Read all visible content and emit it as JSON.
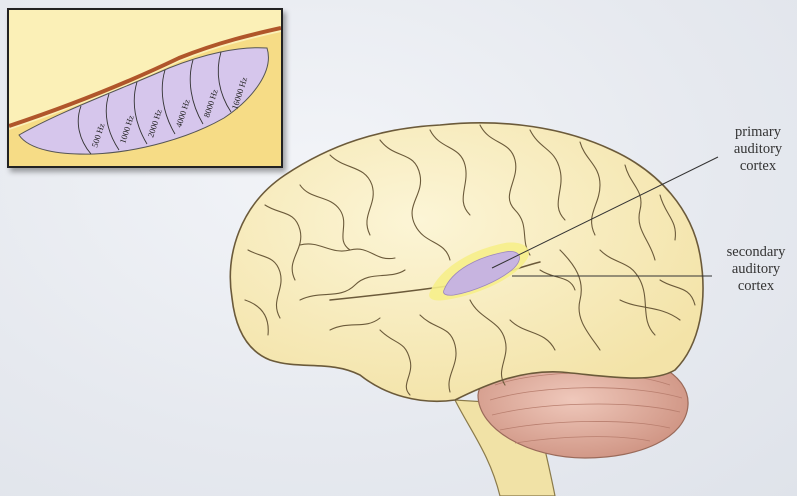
{
  "labels": {
    "primary": [
      "primary",
      "auditory",
      "cortex"
    ],
    "secondary": [
      "secondary",
      "auditory",
      "cortex"
    ]
  },
  "inset": {
    "frequencies": [
      "500 Hz",
      "1000 Hz",
      "2000 Hz",
      "4000 Hz",
      "8000 Hz",
      "16000 Hz"
    ]
  },
  "colors": {
    "brain": "#f8ecba",
    "sulci": "#6b5a3a",
    "primary_area": "#c7b4e0",
    "secondary_area": "#f6ee8a",
    "cerebellum": "#d9a596",
    "inset_background": "#fbf0b7",
    "cortex_surface": "#b0562a"
  }
}
